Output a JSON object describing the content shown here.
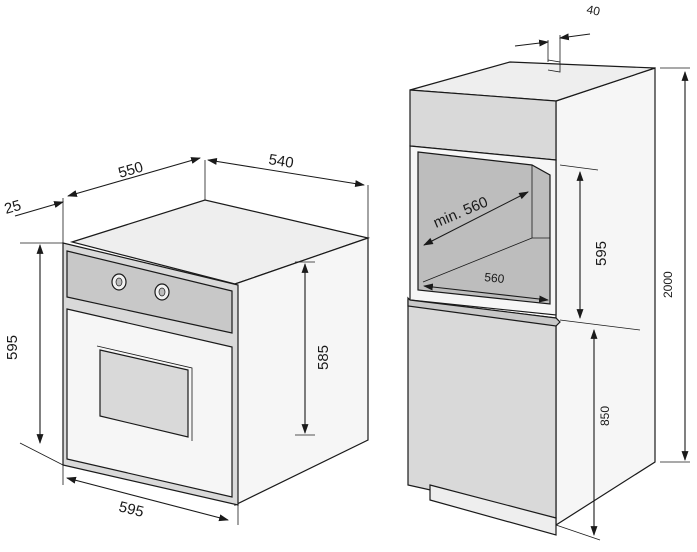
{
  "oven_dimensions": {
    "depth_top": "550",
    "trim": "25",
    "depth_side": "540",
    "height_front": "595",
    "height_side": "585",
    "width_front": "595"
  },
  "cabinet_dimensions": {
    "vent_gap": "40",
    "niche_height": "595",
    "niche_depth": "min. 560",
    "niche_width": "560",
    "total_height": "2000",
    "base_height": "850"
  },
  "colors": {
    "line": "#1a1a1a",
    "cavity": "#bdbdbd",
    "panel": "#d9d9d9"
  }
}
